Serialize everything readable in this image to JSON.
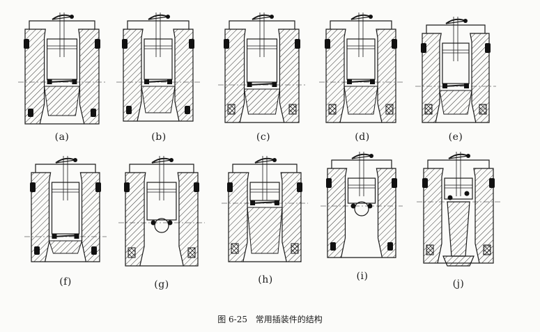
{
  "figure": {
    "panels": [
      {
        "label": "(a)"
      },
      {
        "label": "(b)"
      },
      {
        "label": "(c)"
      },
      {
        "label": "(d)"
      },
      {
        "label": "(e)"
      },
      {
        "label": "(f)"
      },
      {
        "label": "(g)"
      },
      {
        "label": "(h)"
      },
      {
        "label": "(i)"
      },
      {
        "label": "(j)"
      }
    ],
    "caption": {
      "number": "图 6-25",
      "title": "常用插装件的结构"
    }
  },
  "colors": {
    "ink": "#1a1a1a",
    "seal": "#111111",
    "paper": "#fbfbf9"
  }
}
